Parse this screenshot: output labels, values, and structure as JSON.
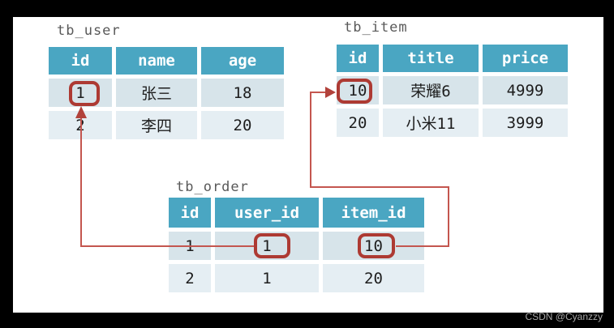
{
  "page": {
    "watermark": "CSDN @Cyanzzy"
  },
  "colors": {
    "header_bg": "#4aa6c2",
    "row_odd_bg": "#d7e4ea",
    "row_even_bg": "#e5eef3",
    "key_box_red": "#ad3a33",
    "relation_line_red": "#c4564f",
    "arrowhead_red": "#b2423b",
    "title_gray": "#595959",
    "frame_black": "#000000",
    "content_bg": "#ffffff"
  },
  "tables": {
    "user": {
      "title": "tb_user",
      "headers": [
        "id",
        "name",
        "age"
      ],
      "rows": [
        [
          "1",
          "张三",
          "18"
        ],
        [
          "2",
          "李四",
          "20"
        ]
      ]
    },
    "item": {
      "title": "tb_item",
      "headers": [
        "id",
        "title",
        "price"
      ],
      "rows": [
        [
          "10",
          "荣耀6",
          "4999"
        ],
        [
          "20",
          "小米11",
          "3999"
        ]
      ]
    },
    "order": {
      "title": "tb_order",
      "headers": [
        "id",
        "user_id",
        "item_id"
      ],
      "rows": [
        [
          "1",
          "1",
          "10"
        ],
        [
          "2",
          "1",
          "20"
        ]
      ]
    }
  },
  "highlighted_values": {
    "tb_user_id": "1",
    "tb_item_id": "10",
    "tb_order_user_id": "1",
    "tb_order_item_id": "10"
  }
}
